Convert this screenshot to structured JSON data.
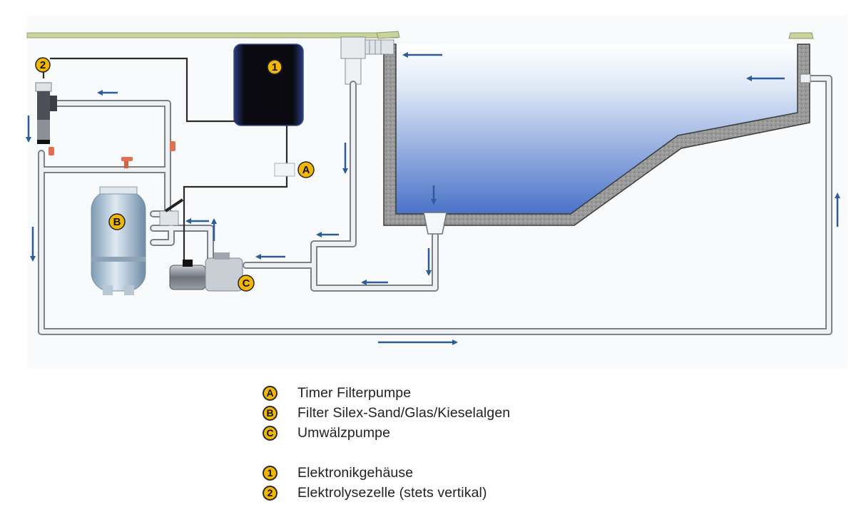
{
  "diagram": {
    "callouts": [
      {
        "id": "1",
        "label": "1"
      },
      {
        "id": "2",
        "label": "2"
      },
      {
        "id": "A",
        "label": "A"
      },
      {
        "id": "B",
        "label": "B"
      },
      {
        "id": "C",
        "label": "C"
      }
    ],
    "colors": {
      "water_top": "#eef4fb",
      "water_bottom": "#4a72c8",
      "arrow": "#2c5d9b",
      "badge": "#f2b705",
      "wall": "#8f8f8f",
      "coping": "#c9d39a",
      "pipe": "#e9edf1",
      "pipe_edge": "#7c8188",
      "valve": "#e0704f",
      "control_box": "#0d0d12"
    },
    "icons": [
      "control-box-icon",
      "electrolysis-cell-icon",
      "timer-icon",
      "sand-filter-icon",
      "circulation-pump-icon",
      "skimmer-icon",
      "main-drain-icon",
      "return-inlet-icon"
    ]
  },
  "legend": {
    "items": [
      {
        "badge": "A",
        "text": "Timer Filterpumpe"
      },
      {
        "badge": "B",
        "text": "Filter Silex-Sand/Glas/Kieselalgen"
      },
      {
        "badge": "C",
        "text": "Umwälzpumpe"
      },
      {
        "badge": "1",
        "text": "Elektronikgehäuse"
      },
      {
        "badge": "2",
        "text": "Elektrolysezelle (stets vertikal)"
      }
    ]
  }
}
